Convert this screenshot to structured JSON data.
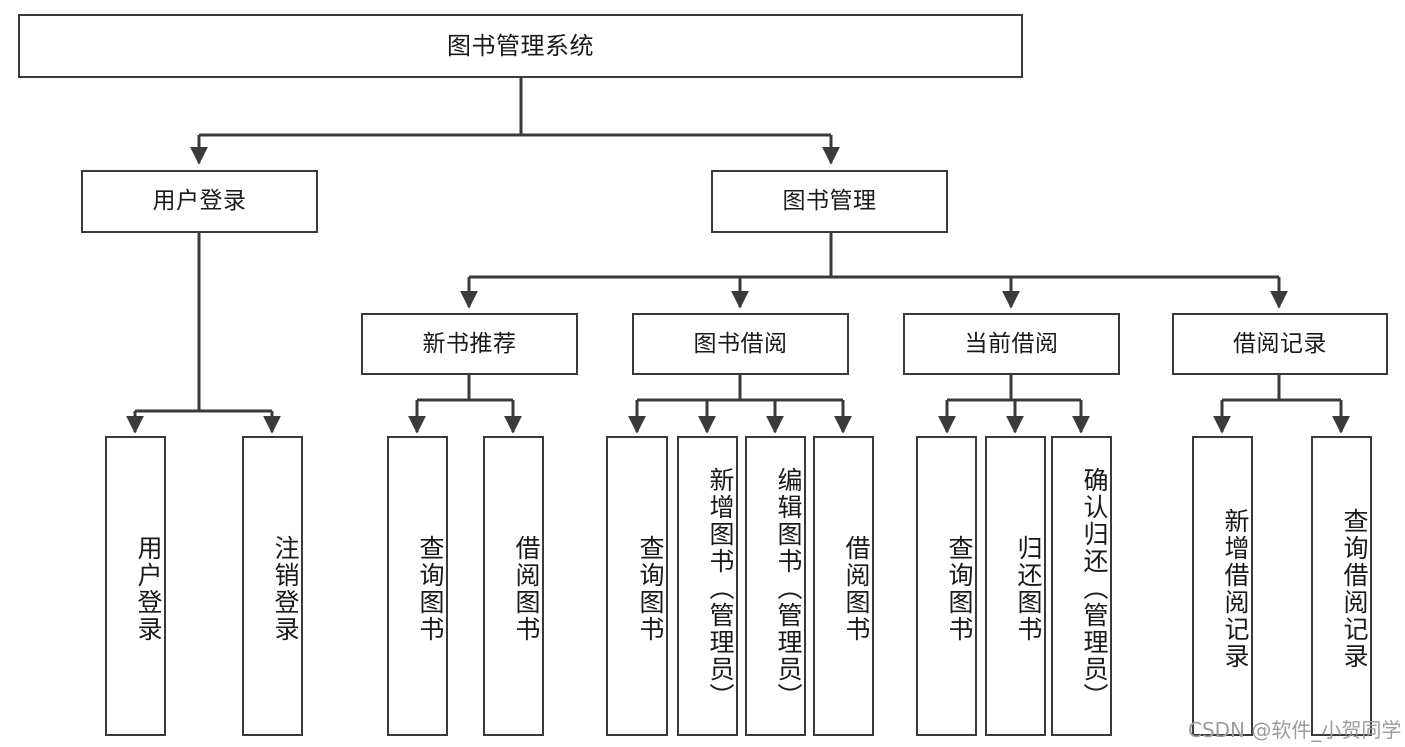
{
  "diagram": {
    "title": "图书管理系统",
    "type": "tree-hierarchy",
    "watermark": "CSDN @软件_小贺同学",
    "colors": {
      "background": "#ffffff",
      "box_border": "#3a3a3a",
      "connector": "#3a3a3a",
      "text": "#1a1a1a",
      "watermark": "#9c9c9c"
    },
    "nodes": {
      "root": {
        "label": "图书管理系统"
      },
      "level2": [
        {
          "id": "user-login",
          "label": "用户登录"
        },
        {
          "id": "book-management",
          "label": "图书管理"
        }
      ],
      "level3": [
        {
          "id": "new-book-recommend",
          "label": "新书推荐"
        },
        {
          "id": "book-borrow",
          "label": "图书借阅"
        },
        {
          "id": "current-borrow",
          "label": "当前借阅"
        },
        {
          "id": "borrow-record",
          "label": "借阅记录"
        }
      ],
      "leaves": {
        "user_login": [
          {
            "id": "leaf-user-login",
            "label": "用户登录"
          },
          {
            "id": "leaf-logout-login",
            "label": "注销登录"
          }
        ],
        "new_book_recommend": [
          {
            "id": "leaf-query-book-1",
            "label": "查询图书"
          },
          {
            "id": "leaf-borrow-book-1",
            "label": "借阅图书"
          }
        ],
        "book_borrow": [
          {
            "id": "leaf-query-book-2",
            "label": "查询图书"
          },
          {
            "id": "leaf-add-book",
            "label": "新增图书（管理员）"
          },
          {
            "id": "leaf-edit-book",
            "label": "编辑图书（管理员）"
          },
          {
            "id": "leaf-borrow-book-2",
            "label": "借阅图书"
          }
        ],
        "current_borrow": [
          {
            "id": "leaf-query-book-3",
            "label": "查询图书"
          },
          {
            "id": "leaf-return-book",
            "label": "归还图书"
          },
          {
            "id": "leaf-confirm-return",
            "label": "确认归还（管理员）"
          }
        ],
        "borrow_record": [
          {
            "id": "leaf-add-borrow-record",
            "label": "新增借阅记录"
          },
          {
            "id": "leaf-query-borrow-record",
            "label": "查询借阅记录"
          }
        ]
      }
    }
  }
}
